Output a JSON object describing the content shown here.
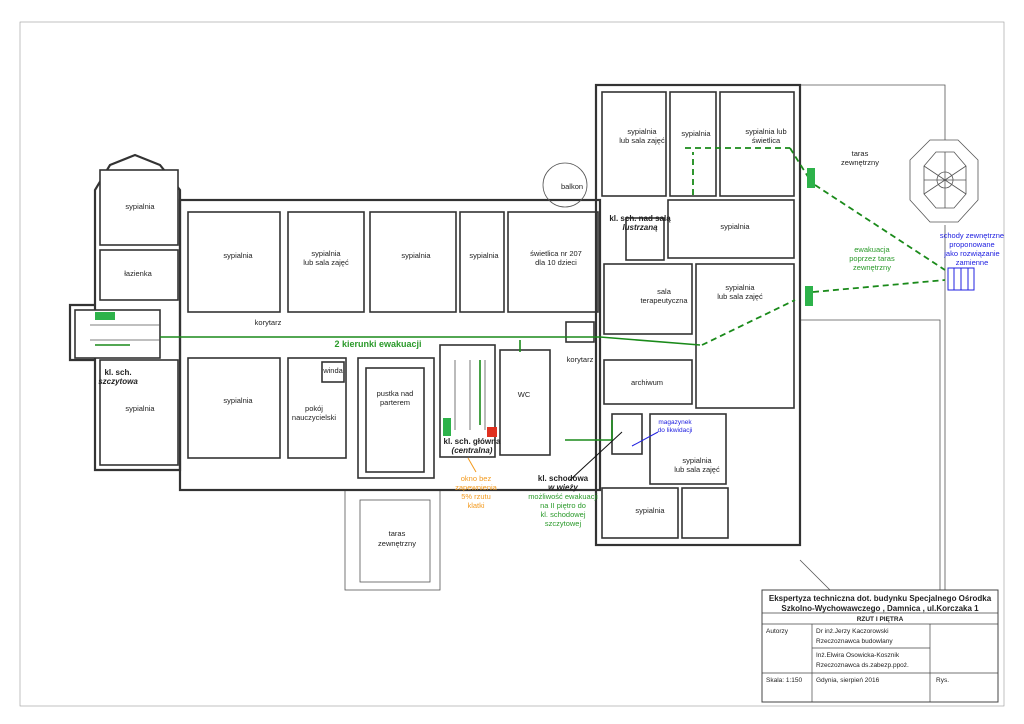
{
  "rooms": {
    "left_top": "sypialnia",
    "bathroom": "łazienka",
    "left_bottom": "sypialnia",
    "r1": "sypialnia",
    "r2": [
      "sypialnia",
      "lub sala zajęć"
    ],
    "r3": "sypialnia",
    "r4": "sypialnia",
    "r5": [
      "świetlica nr 207",
      "dla 10 dzieci"
    ],
    "corridor1": "korytarz",
    "corridor2": "korytarz",
    "b1": "sypialnia",
    "b2": [
      "pokój",
      "nauczycielski"
    ],
    "winda": "winda",
    "void": [
      "pustka nad",
      "parterem"
    ],
    "wc": "WC",
    "balkon": "balkon",
    "n1": [
      "sypialnia",
      "lub sala zajęć"
    ],
    "n2": "sypialnia",
    "n3": [
      "sypialnia lub",
      "świetlica"
    ],
    "e1": "sypialnia",
    "therapy": [
      "sala",
      "terapeutyczna"
    ],
    "e2": [
      "sypialnia",
      "lub sala zajęć"
    ],
    "archive": "archiwum",
    "s1": [
      "sypialnia",
      "lub sala zajęć"
    ],
    "s2": "sypialnia",
    "terrace_right": [
      "taras",
      "zewnętrzny"
    ],
    "terrace_bottom": [
      "taras",
      "zewnętrzny"
    ]
  },
  "annotations": {
    "evac_two": "2 kierunki ewakuacji",
    "stair_gable": [
      "kl. sch.",
      "szczytowa"
    ],
    "stair_main": [
      "kl. sch. główna",
      "(centralna)"
    ],
    "stair_mirror": [
      "kl. sch. nad salą",
      "lustrzaną"
    ],
    "window_note": [
      "okno bez",
      "zapewnienia",
      "5% rzutu",
      "klatki"
    ],
    "tower_stair": [
      "kl. schodowa",
      "w wieży"
    ],
    "tower_note": [
      "możliwość ewakuacji",
      "na II piętro do",
      "kl. schodowej",
      "szczytowej"
    ],
    "terrace_evac": [
      "ewakuacja",
      "poprzez taras",
      "zewnętrzny"
    ],
    "ext_stairs": [
      "schody zewnętrzne",
      "proponowane",
      "jako rozwiązanie",
      "zamienne"
    ],
    "lift_store": [
      "magazynek",
      "do likwidacji"
    ]
  },
  "title_block": {
    "title1": "Ekspertyza techniczna dot. budynku Specjalnego Ośrodka",
    "title2": "Szkolno-Wychowawczego , Damnica , ul.Korczaka 1",
    "subtitle": "RZUT I PIĘTRA",
    "authors_label": "Autorzy",
    "author1_name": "Dr inż.Jerzy Kaczorowski",
    "author1_role": "Rzeczoznawca budowlany",
    "author2_name": "Inż.Elwira Osowicka-Kosznik",
    "author2_role": "Rzeczoznawca ds.zabezp.ppoż.",
    "scale": "Skala: 1:150",
    "place_date": "Gdynia, sierpień 2016",
    "drawing": "Rys."
  },
  "colors": {
    "evac": "#1a8a1a",
    "note_orange": "#f39a1e",
    "note_blue": "#2020e0",
    "exit_sign": "#2db24a"
  }
}
